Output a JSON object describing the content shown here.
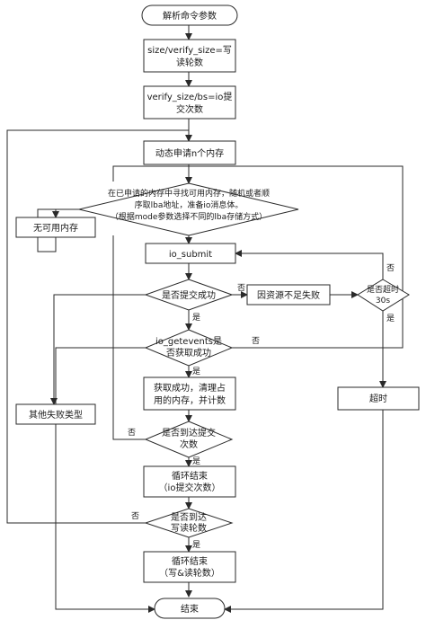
{
  "nodes": {
    "start": "解析命令参数",
    "write_rounds_1": "size/verify_size=写",
    "write_rounds_2": "读轮数",
    "submit_count_1": "verify_size/bs=io提",
    "submit_count_2": "交次数",
    "alloc_mem": "动态申请n个内存",
    "find_mem_1": "在已申请的内存中寻找可用内存，随机或者顺",
    "find_mem_2": "序取lba地址，准备io消息体。",
    "find_mem_3": "（根据mode参数选择不同的lba存储方式）",
    "no_mem": "无可用内存",
    "io_submit": "io_submit",
    "submit_ok": "是否提交成功",
    "resource_fail": "因资源不足失败",
    "timeout_check_1": "是否超时",
    "timeout_check_2": "30s",
    "getevents_1": "io_getevents是",
    "getevents_2": "否获取成功",
    "cleanup_1": "获取成功，清理占",
    "cleanup_2": "用的内存，并计数",
    "submit_reached_1": "是否到达提交",
    "submit_reached_2": "次数",
    "other_fail": "其他失败类型",
    "timeout": "超时",
    "loop_end_submit_1": "循环结束",
    "loop_end_submit_2": "（io提交次数）",
    "rounds_reached_1": "是否到达",
    "rounds_reached_2": "写读轮数",
    "loop_end_rounds_1": "循环结束",
    "loop_end_rounds_2": "（写&读轮数）",
    "end": "结束"
  },
  "labels": {
    "no": "否",
    "yes": "是"
  }
}
